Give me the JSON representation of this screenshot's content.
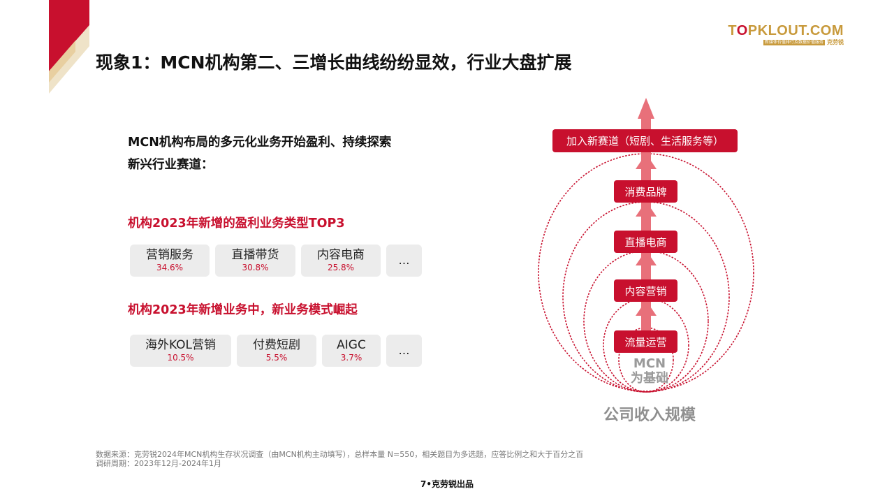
{
  "logo": {
    "brand_before": "T",
    "brand_o": "O",
    "brand_after": "PKLOUT.COM",
    "tagline": "新媒体价值排行及数据价值服务",
    "cn_name": "克劳锐"
  },
  "title": "现象1：MCN机构第二、三增长曲线纷纷显效，行业大盘扩展",
  "intro": {
    "line1": "MCN机构布局的多元化业务开始盈利、持续探索",
    "line2": "新兴行业赛道："
  },
  "section1": {
    "heading": "机构2023年新增的盈利业务类型TOP3",
    "cards": [
      {
        "name": "营销服务",
        "pct": "34.6%"
      },
      {
        "name": "直播带货",
        "pct": "30.8%"
      },
      {
        "name": "内容电商",
        "pct": "25.8%"
      }
    ],
    "more": "…"
  },
  "section2": {
    "heading": "机构2023年新增业务中，新业务模式崛起",
    "cards": [
      {
        "name": "海外KOL营销",
        "pct": "10.5%"
      },
      {
        "name": "付费短剧",
        "pct": "5.5%"
      },
      {
        "name": "AIGC",
        "pct": "3.7%"
      }
    ],
    "more": "…"
  },
  "diagram": {
    "stages": [
      "加入新赛道（短剧、生活服务等）",
      "消费品牌",
      "直播电商",
      "内容营销",
      "流量运营"
    ],
    "base_line1": "MCN",
    "base_line2": "为基础",
    "scale_label": "公司收入规模",
    "colors": {
      "accent": "#c8102e",
      "arrow": "#e8707a"
    }
  },
  "source": {
    "line1": "数据来源：克劳锐2024年MCN机构生存状况调查（由MCN机构主动填写），总样本量 N=550，相关题目为多选题，应答比例之和大于百分之百",
    "line2": "调研周期：2023年12月-2024年1月"
  },
  "page_number": "7•克劳锐出品"
}
